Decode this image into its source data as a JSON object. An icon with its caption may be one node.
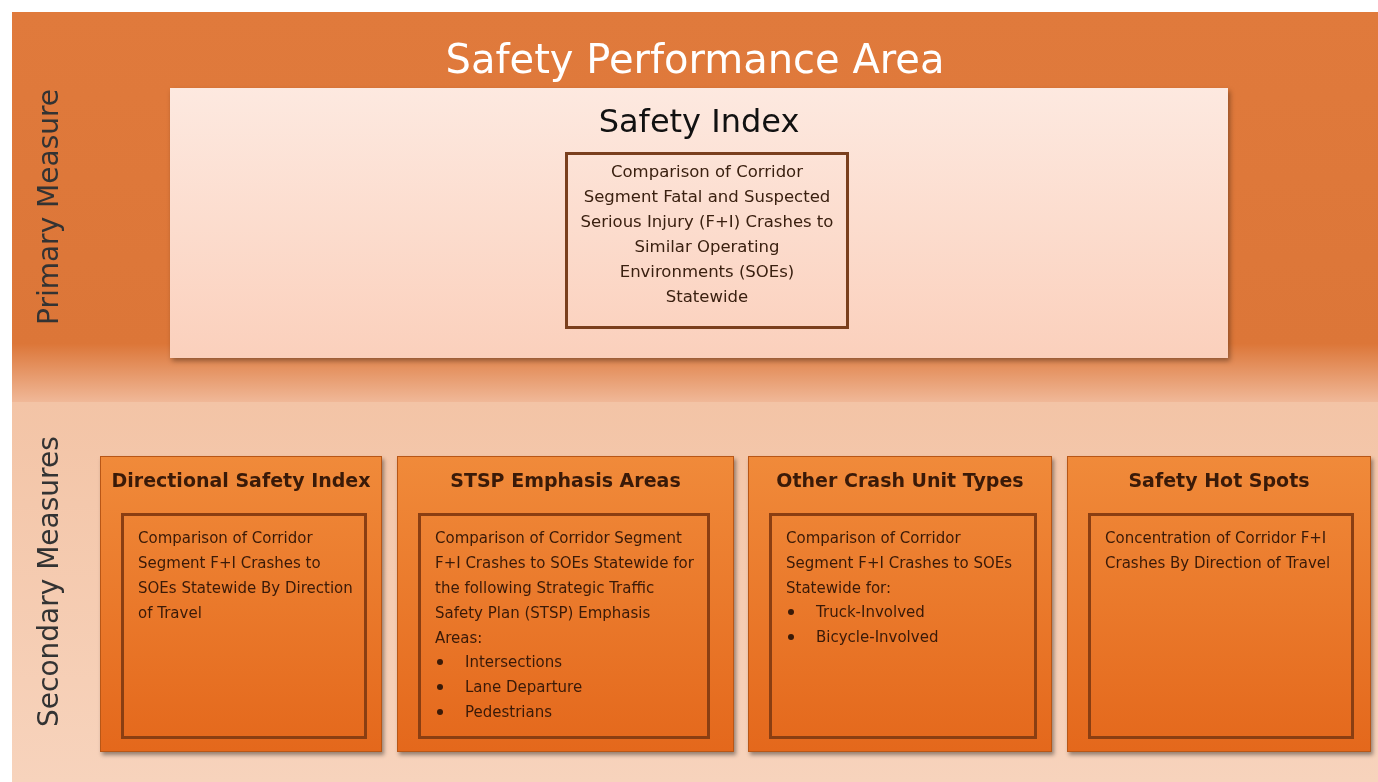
{
  "diagram": {
    "nodes": [
      {
        "text": [
          "Safety Performance Area",
          "Primary Measure"
        ]
      },
      {
        "text": [
          "Safety Index"
        ],
        "in": 0
      },
      {
        "text": [
          "Comparison of Corridor Segment Fatal and Suspected Serious Injury (F+I) Crashes to Similar Operating Environments (SOEs) Statewide"
        ],
        "in": 1
      },
      {
        "text": [
          "Secondary Measures"
        ]
      },
      {
        "text": [
          "Directional Safety Index"
        ],
        "in": 3
      },
      {
        "text": [
          "Comparison of Corridor Segment F+I Crashes to SOEs Statewide By Direction of Travel"
        ],
        "in": 4
      },
      {
        "text": [
          "STSP Emphasis Areas"
        ],
        "in": 3
      },
      {
        "text": [
          "Comparison of Corridor Segment F+I Crashes to SOEs Statewide for the following Strategic Traffic Safety Plan (STSP) Emphasis Areas:",
          "Intersections",
          "Lane Departure",
          "Pedestrians"
        ],
        "in": 6
      },
      {
        "text": [
          "Other Crash Unit Types"
        ],
        "in": 3
      },
      {
        "text": [
          "Comparison of Corridor Segment F+I Crashes to SOEs Statewide for:",
          "Truck-Involved",
          "Bicycle-Involved"
        ],
        "in": 8
      },
      {
        "text": [
          "Safety Hot Spots"
        ],
        "in": 3
      },
      {
        "text": [
          "Concentration of Corridor F+I Crashes By Direction of Travel"
        ],
        "in": 10
      }
    ],
    "edges": []
  }
}
